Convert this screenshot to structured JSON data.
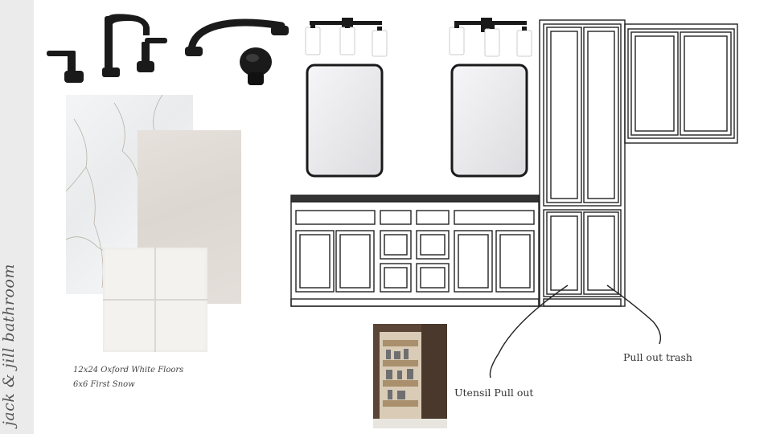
{
  "sidebar": {
    "title": "jack & jill bathroom"
  },
  "materials": {
    "caption_line1": "12x24 Oxford White Floors",
    "caption_line2": "6x6 First Snow"
  },
  "annotations": {
    "utensil_pullout": "Utensil Pull out",
    "pullout_trash": "Pull out trash"
  },
  "colors": {
    "sidebar_bg": "#ebebeb",
    "hardware_black": "#1a1a1a",
    "line_art": "#222222"
  },
  "icons": [
    "faucet-icon",
    "cabinet-pull-icon",
    "knob-icon",
    "vanity-light-icon",
    "mirror-icon"
  ]
}
